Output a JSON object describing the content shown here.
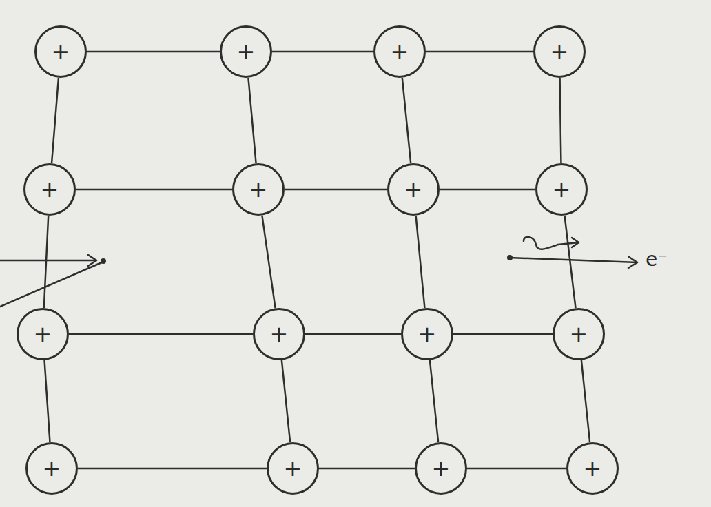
{
  "diagram": {
    "nodes": [
      {
        "text": [
          "+"
        ]
      },
      {
        "text": [
          "+"
        ]
      },
      {
        "text": [
          "+"
        ]
      },
      {
        "text": [
          "+"
        ]
      },
      {
        "text": [
          "+"
        ]
      },
      {
        "text": [
          "+"
        ]
      },
      {
        "text": [
          "+"
        ]
      },
      {
        "text": [
          "+"
        ]
      },
      {
        "text": [
          "+"
        ]
      },
      {
        "text": [
          "+"
        ]
      },
      {
        "text": [
          "+"
        ]
      },
      {
        "text": [
          "+"
        ]
      },
      {
        "text": [
          "+"
        ]
      },
      {
        "text": [
          "+"
        ]
      },
      {
        "text": [
          "+"
        ]
      },
      {
        "text": [
          "+"
        ]
      }
    ],
    "edges": [
      {
        "from": 0,
        "to": 1,
        "arrow": "none"
      },
      {
        "from": 1,
        "to": 2,
        "arrow": "none"
      },
      {
        "from": 2,
        "to": 3,
        "arrow": "none"
      },
      {
        "from": 4,
        "to": 5,
        "arrow": "none"
      },
      {
        "from": 5,
        "to": 6,
        "arrow": "none"
      },
      {
        "from": 6,
        "to": 7,
        "arrow": "none"
      },
      {
        "from": 8,
        "to": 9,
        "arrow": "none"
      },
      {
        "from": 9,
        "to": 10,
        "arrow": "none"
      },
      {
        "from": 10,
        "to": 11,
        "arrow": "none"
      },
      {
        "from": 12,
        "to": 13,
        "arrow": "none"
      },
      {
        "from": 13,
        "to": 14,
        "arrow": "none"
      },
      {
        "from": 14,
        "to": 15,
        "arrow": "none"
      },
      {
        "from": 0,
        "to": 4,
        "arrow": "none"
      },
      {
        "from": 4,
        "to": 8,
        "arrow": "none"
      },
      {
        "from": 8,
        "to": 12,
        "arrow": "none"
      },
      {
        "from": 1,
        "to": 5,
        "arrow": "none"
      },
      {
        "from": 5,
        "to": 9,
        "arrow": "none"
      },
      {
        "from": 9,
        "to": 13,
        "arrow": "none"
      },
      {
        "from": 2,
        "to": 6,
        "arrow": "none"
      },
      {
        "from": 6,
        "to": 10,
        "arrow": "none"
      },
      {
        "from": 10,
        "to": 14,
        "arrow": "none"
      },
      {
        "from": 3,
        "to": 7,
        "arrow": "none"
      },
      {
        "from": 7,
        "to": 11,
        "arrow": "none"
      },
      {
        "from": 11,
        "to": 15,
        "arrow": "none"
      }
    ],
    "labels": [
      "e⁻"
    ]
  }
}
